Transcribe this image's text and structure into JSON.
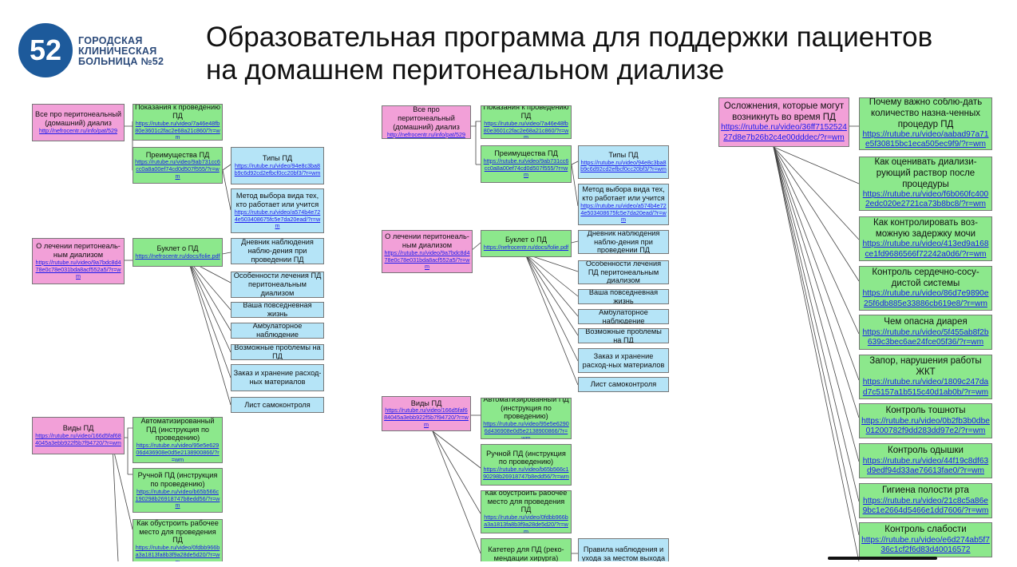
{
  "header": {
    "logo_number": "52",
    "logo_lines": [
      "ГОРОДСКАЯ",
      "КЛИНИЧЕСКАЯ",
      "БОЛЬНИЦА №52"
    ],
    "title_lines": [
      "Образовательная программа для поддержки пациентов",
      "на домашнем перитонеальном диализе"
    ]
  },
  "colors": {
    "pink": "#f2a0d8",
    "green": "#8ce88c",
    "blue": "#b5e4f7",
    "logo": "#1d5a9b",
    "link": "#1a1aee"
  },
  "panel1": {
    "all_pd": {
      "text": "Все про перитонеальный (домашний) диализ",
      "url": "http://nefrocentr.ru/info/pat/529"
    },
    "indications": {
      "text": "Показания к проведению ПД",
      "url": "https://rutube.ru/video/7a46e48fb80e3601c2fac2e68a21c860/?r=wm"
    },
    "advantages": {
      "text": "Преимущества ПД",
      "url": "https://rutube.ru/video/9ab731cc6cc0a8a00ef74cd0d507f555/?r=wm"
    },
    "types": {
      "text": "Типы ПД",
      "url": "https://rutube.ru/video/94e8c3ba8b9c6d92cd2efbcf0cc20bf3/?r=wm"
    },
    "method": {
      "text": "Метод выбора вида тех, кто работает или учится",
      "url": "https://rutube.ru/video/a574b4e724e503408675fc5e7da20ead/?r=wm"
    },
    "treatment": {
      "text": "О лечении перитонеаль-ным диализом",
      "url": "https://rutube.ru/video/9a7bdc8d478e0c78e031bda8acf552a5/?r=wm"
    },
    "booklet": {
      "text": "Буклет о ПД",
      "url": "https://nefrocentr.ru/docs/folie.pdf"
    },
    "booklet_items": [
      "Дневник наблюдения наблю-дения при проведении ПД",
      "Особенности лечения ПД перитонеальным диализом",
      "Ваша повседневная жизнь",
      "Амбулаторное наблюдение",
      "Возможные проблемы на ПД",
      "Заказ и хранение расход-ных материалов",
      "Лист самоконтроля"
    ],
    "kinds": {
      "text": "Виды ПД",
      "url": "https://rutube.ru/video/166d5faf684045a3ebb922f5b7f94720/?r=wm"
    },
    "automated": {
      "text": "Автоматизированный ПД (инструкция по проведению)",
      "url": "https://rutube.ru/video/95e5e62906d436908e0d5e2138900866/?r=wm"
    },
    "manual": {
      "text": "Ручной ПД (инструкция по проведению)",
      "url": "https://rutube.ru/video/b65b566c190298b26918747b8edd56/?r=wm"
    },
    "workplace": {
      "text": "Как обустроить рабочее место для проведения ПД",
      "url": "https://rutube.ru/video/0fdbb966ba3a1813fa8b3f9a28de5d20/?r=wm"
    }
  },
  "panel2": {
    "catheter": {
      "text": "Катетер для ПД (реко-мендации хирурга)"
    },
    "rules": {
      "text": "Правила наблюдения и ухода за местом выхода"
    }
  },
  "panel3": {
    "complications": {
      "text": "Осложнения, которые могут возникнуть во время ПД",
      "url": "https://rutube.ru/video/36ff715252427d8e7b26b2c4e00dddec/?r=wm"
    },
    "items": [
      {
        "text": "Почему важно соблю-дать количество назна-ченных процедур ПД",
        "url": "https://rutube.ru/video/aabad97a71e5f30815bc1eca505ec9f9/?r=wm"
      },
      {
        "text": "Как оценивать диализи-рующий раствор после процедуры",
        "url": "https://rutube.ru/video/f6b060fc4002edc020e2721ca73b8bc8/?r=wm"
      },
      {
        "text": "Как контролировать воз-можную задержку мочи",
        "url": "https://rutube.ru/video/413ed9a168ce1fd9686566f72242a0d6/?r=wm"
      },
      {
        "text": "Контроль сердечно-сосу-дистой системы",
        "url": "https://rutube.ru/video/86d7e9890e25f6db885e33886cb619e8/?r=wm"
      },
      {
        "text": "Чем опасна диарея",
        "url": "https://rutube.ru/video/5f455ab8f2b639c3bec6ae24fce05f36/?r=wm"
      },
      {
        "text": "Запор, нарушения работы ЖКТ",
        "url": "https://rutube.ru/video/1809c247dad7c5157a1b515c40d1ab0b/?r=wm"
      },
      {
        "text": "Контроль тошноты",
        "url": "https://rutube.ru/video/0b2fb3b0dbe01200782f9dd283dd97e2/?r=wm"
      },
      {
        "text": "Контроль одышки",
        "url": "https://rutube.ru/video/44f19c8df63d9edf94d33ae76613fae0/?r=wm"
      },
      {
        "text": "Гигиена полости рта",
        "url": "https://rutube.ru/video/21c8c5a86e9bc1e2664d5466e1dd7606/?r=wm"
      },
      {
        "text": "Контроль слабости",
        "url": "https://rutube.ru/video/e6d274ab5f736c1cf2f6d83d40016572"
      }
    ]
  }
}
